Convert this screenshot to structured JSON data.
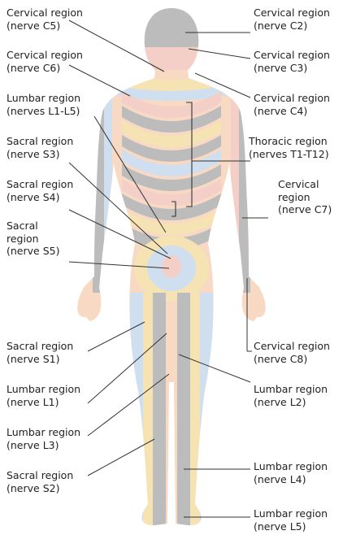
{
  "colors": {
    "skin": "#f7d9c4",
    "gray_band": "#bcbcbc",
    "blue_band": "#cfdff0",
    "yellow_band": "#f6e3b4",
    "pink_band": "#f3cfc8",
    "line": "#333333"
  },
  "labels": {
    "c5": [
      "Cervical region",
      "(nerve C5)"
    ],
    "c6": [
      "Cervical region",
      "(nerve C6)"
    ],
    "lumbar_l1_l5": [
      "Lumbar region",
      "(nerves L1-L5)"
    ],
    "s3": [
      "Sacral region",
      "(nerve S3)"
    ],
    "s4": [
      "Sacral region",
      "(nerve S4)"
    ],
    "s5": [
      "Sacral",
      "region",
      "(nerve S5)"
    ],
    "s1": [
      "Sacral region",
      "(nerve S1)"
    ],
    "l1": [
      "Lumbar region",
      "(nerve L1)"
    ],
    "l3": [
      "Lumbar region",
      "(nerve L3)"
    ],
    "s2": [
      "Sacral region",
      "(nerve S2)"
    ],
    "c2": [
      "Cervical region",
      "(nerve C2)"
    ],
    "c3": [
      "Cervical region",
      "(nerve C3)"
    ],
    "c4": [
      "Cervical region",
      "(nerve C4)"
    ],
    "thoracic": [
      "Thoracic region",
      "(nerves T1-T12)"
    ],
    "c7": [
      "Cervical",
      "region",
      "(nerve C7)"
    ],
    "c8": [
      "Cervical region",
      "(nerve C8)"
    ],
    "l2": [
      "Lumbar region",
      "(nerve L2)"
    ],
    "l4": [
      "Lumbar region",
      "(nerve L4)"
    ],
    "l5": [
      "Lumbar region",
      "(nerve L5)"
    ]
  }
}
